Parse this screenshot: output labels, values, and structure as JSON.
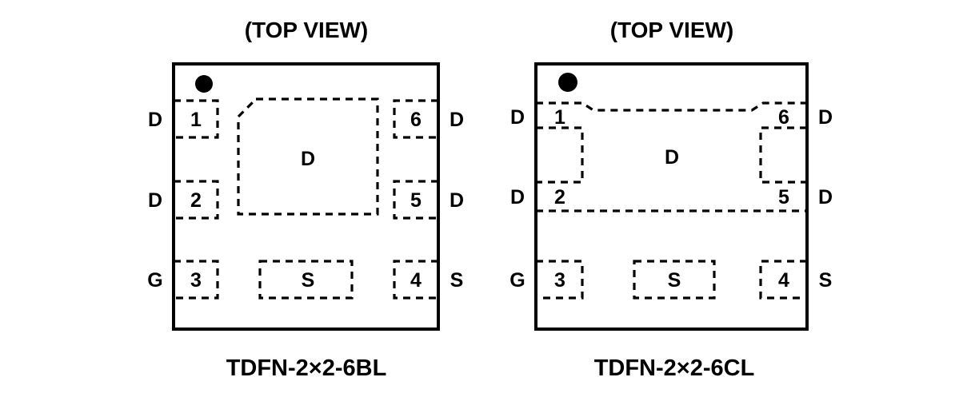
{
  "figure": {
    "type": "package-pinout-diagram",
    "background_color": "#ffffff",
    "line_color": "#000000",
    "packages": [
      {
        "id": "tdfn-6bl",
        "view_label": "(TOP VIEW)",
        "caption": "TDFN-2×2-6BL",
        "pin1_marker": "filled-dot",
        "center_pad_label": "D",
        "bottom_pad_label": "S",
        "pins": [
          {
            "number": "1",
            "signal": "D",
            "side": "left",
            "position": "top"
          },
          {
            "number": "2",
            "signal": "D",
            "side": "left",
            "position": "middle"
          },
          {
            "number": "3",
            "signal": "G",
            "side": "left",
            "position": "bottom"
          },
          {
            "number": "4",
            "signal": "S",
            "side": "right",
            "position": "bottom"
          },
          {
            "number": "5",
            "signal": "D",
            "side": "right",
            "position": "middle"
          },
          {
            "number": "6",
            "signal": "D",
            "side": "right",
            "position": "top"
          }
        ],
        "left_signals": [
          "D",
          "D",
          "G"
        ],
        "right_signals": [
          "D",
          "D",
          "S"
        ]
      },
      {
        "id": "tdfn-6cl",
        "view_label": "(TOP VIEW)",
        "caption": "TDFN-2×2-6CL",
        "pin1_marker": "filled-dot",
        "center_pad_label": "D",
        "bottom_pad_label": "S",
        "pins": [
          {
            "number": "1",
            "signal": "D",
            "side": "left",
            "position": "top"
          },
          {
            "number": "2",
            "signal": "D",
            "side": "left",
            "position": "middle"
          },
          {
            "number": "3",
            "signal": "G",
            "side": "left",
            "position": "bottom"
          },
          {
            "number": "4",
            "signal": "S",
            "side": "right",
            "position": "bottom"
          },
          {
            "number": "5",
            "signal": "D",
            "side": "right",
            "position": "middle"
          },
          {
            "number": "6",
            "signal": "D",
            "side": "right",
            "position": "top"
          }
        ],
        "left_signals": [
          "D",
          "D",
          "G"
        ],
        "right_signals": [
          "D",
          "D",
          "S"
        ]
      }
    ]
  }
}
